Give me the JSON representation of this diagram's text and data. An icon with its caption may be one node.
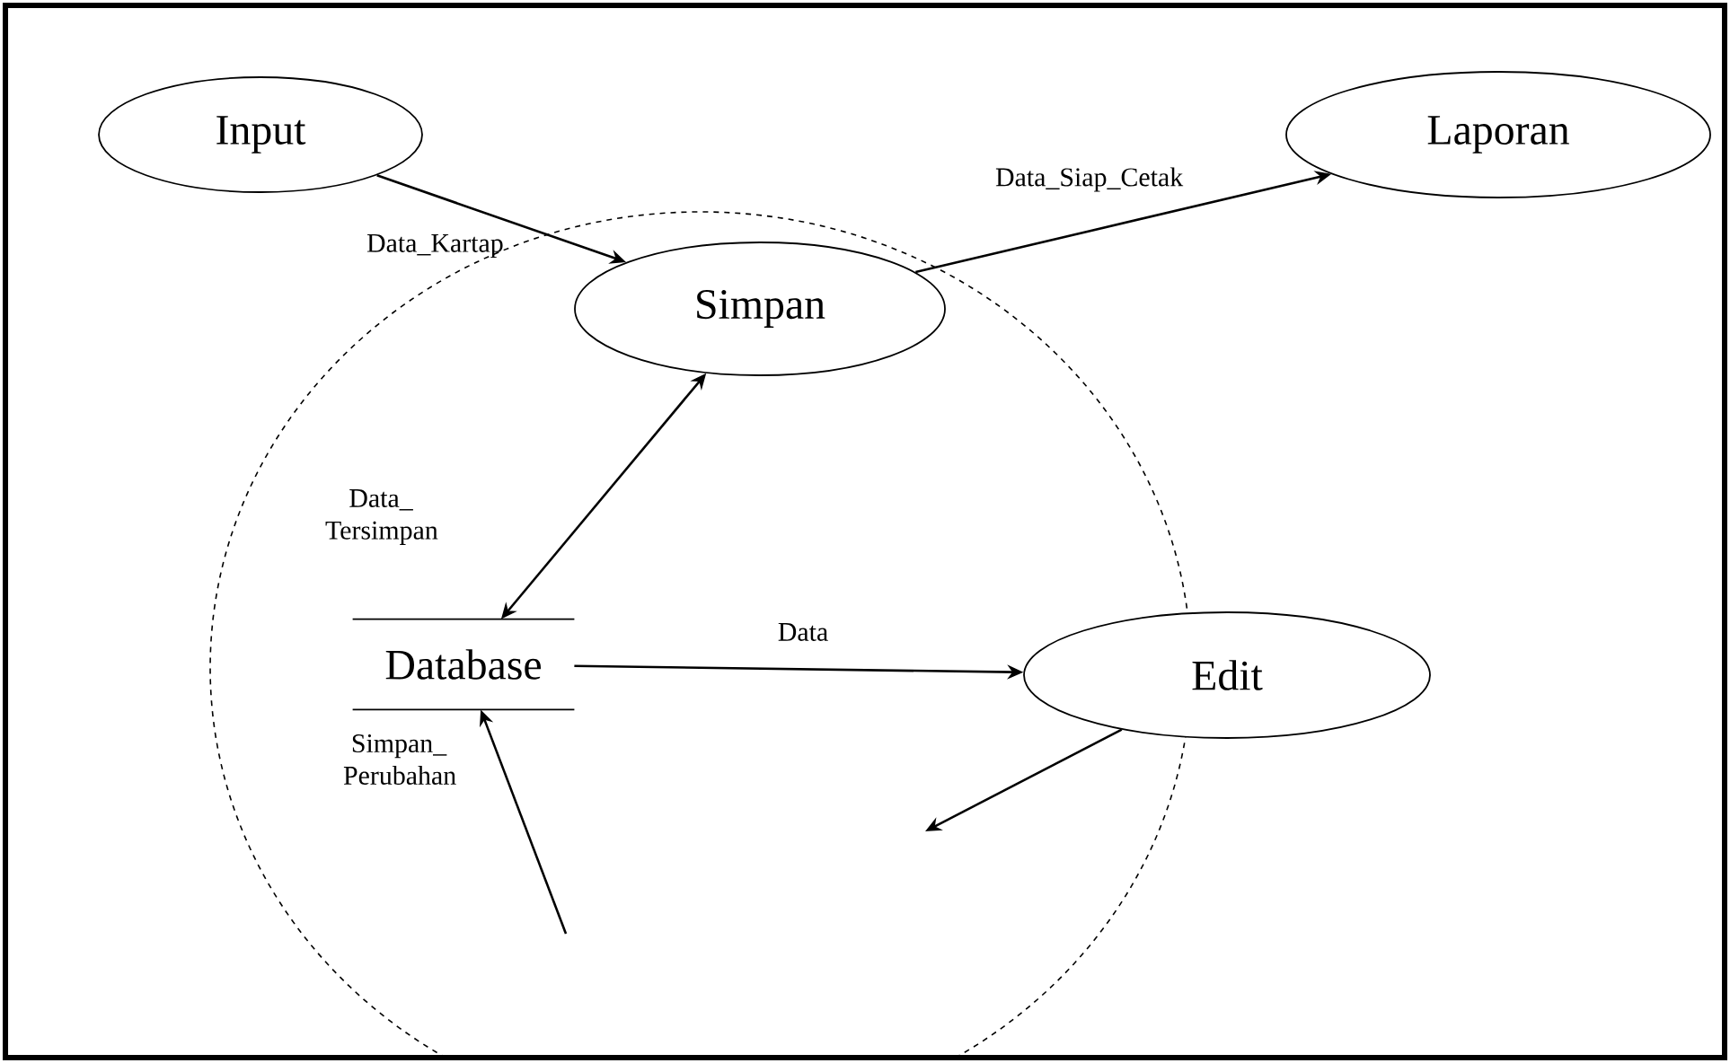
{
  "diagram": {
    "nodes": [
      {
        "text": [
          "Input"
        ]
      },
      {
        "text": [
          "Simpan"
        ]
      },
      {
        "text": [
          "Laporan"
        ]
      },
      {
        "text": [
          "Database"
        ]
      },
      {
        "text": [
          "Edit"
        ]
      }
    ],
    "edges": [
      {
        "from": 0,
        "to": 1,
        "arrow": "to",
        "label": "Data_Kartap"
      },
      {
        "from": 1,
        "to": 2,
        "arrow": "to",
        "label": "Data_Siap_Cetak"
      },
      {
        "from": 1,
        "to": 3,
        "arrow": "both",
        "label": "Data_ Tersimpan"
      },
      {
        "from": 3,
        "to": 4,
        "arrow": "to",
        "label": "Data"
      },
      {
        "from": 4,
        "to": null,
        "arrow": "to"
      },
      {
        "from": null,
        "to": 3,
        "arrow": "to",
        "label": "Simpan_ Perubahan"
      }
    ]
  }
}
